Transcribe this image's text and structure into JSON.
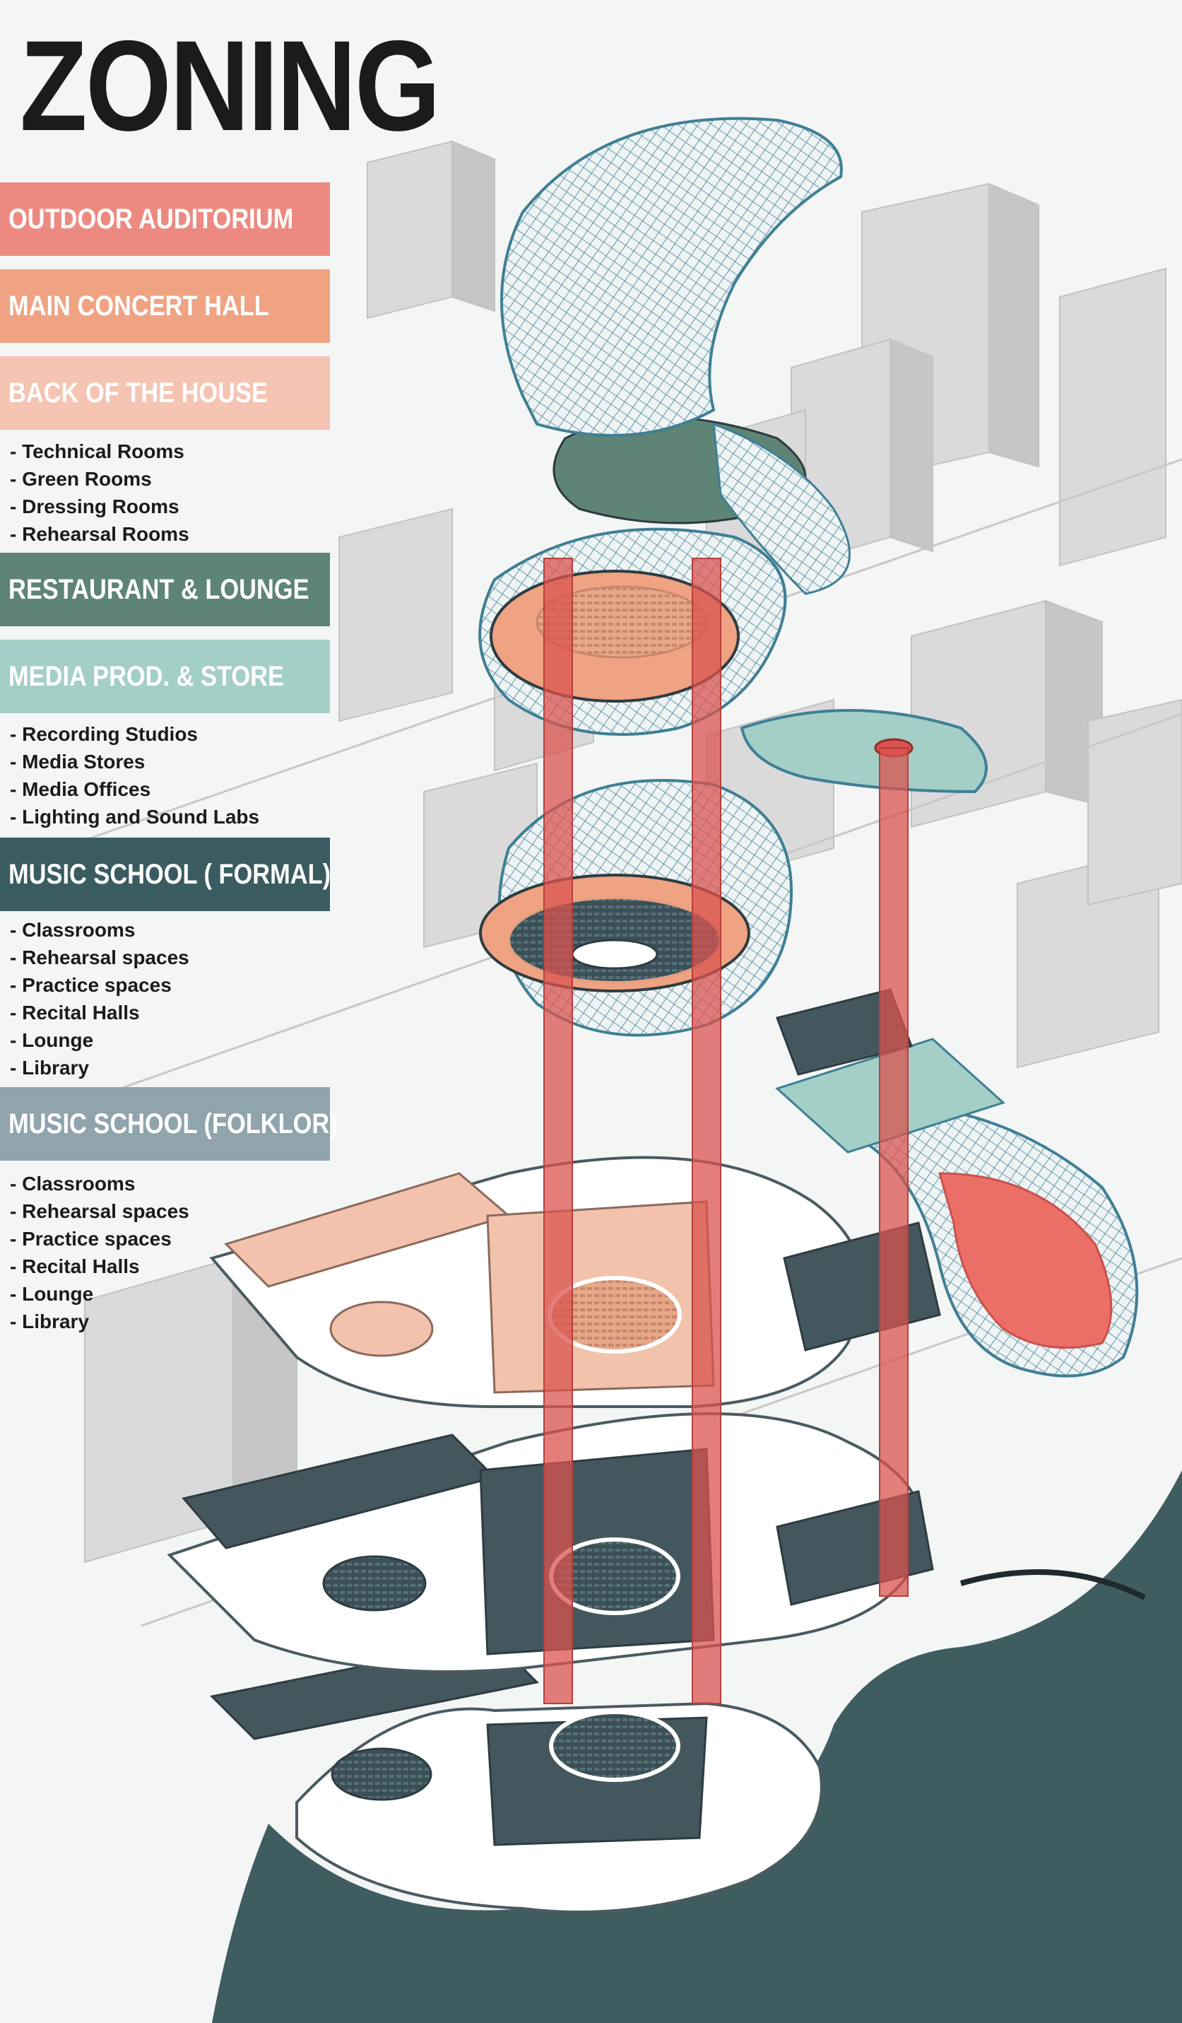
{
  "title": "ZONING",
  "zones": [
    {
      "label": "OUTDOOR AUDITORIUM",
      "color": "#ec8a82",
      "items": []
    },
    {
      "label": "MAIN CONCERT HALL",
      "color": "#efa383",
      "items": []
    },
    {
      "label": "BACK OF THE HOUSE",
      "color": "#f5c4b3",
      "items": [
        "- Technical Rooms",
        "- Green Rooms",
        "- Dressing Rooms",
        "- Rehearsal Rooms"
      ]
    },
    {
      "label": "RESTAURANT & LOUNGE",
      "color": "#5e8476",
      "items": []
    },
    {
      "label": "MEDIA PROD. & STORE",
      "color": "#a3cfc7",
      "items": [
        "- Recording Studios",
        "- Media Stores",
        "- Media Offices",
        "- Lighting and Sound Labs"
      ]
    },
    {
      "label": "MUSIC SCHOOL ( FORMAL)",
      "color": "#3a5c61",
      "items": [
        "- Classrooms",
        "- Rehearsal spaces",
        "- Practice spaces",
        "- Recital Halls",
        "- Lounge",
        "- Library"
      ]
    },
    {
      "label": "MUSIC SCHOOL (FOLKLOR)",
      "color": "#8fa4ac",
      "items": [
        "- Classrooms",
        "- Rehearsal spaces",
        "- Practice spaces",
        "- Recital Halls",
        "- Lounge",
        "- Library"
      ]
    }
  ],
  "colors": {
    "water": "#3f5d60",
    "mesh": "#3f7f95",
    "core": "#d9534f",
    "floor_dark": "#44575e",
    "floor_light": "#f2c2ad",
    "city": "#d9d9d9"
  }
}
